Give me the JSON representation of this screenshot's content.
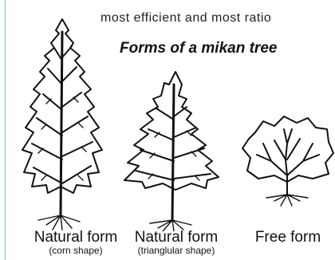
{
  "intro": {
    "line1": "",
    "line2": "most efficient and most ratio"
  },
  "figure": {
    "title": "Forms of a mikan tree",
    "trees": [
      {
        "name": "corn",
        "label": "Natural form",
        "sublabel": "(corn shape)"
      },
      {
        "name": "triangular",
        "label": "Natural form",
        "sublabel": "(trianglular shape)"
      },
      {
        "name": "free",
        "label": "Free form",
        "sublabel": ""
      }
    ]
  }
}
